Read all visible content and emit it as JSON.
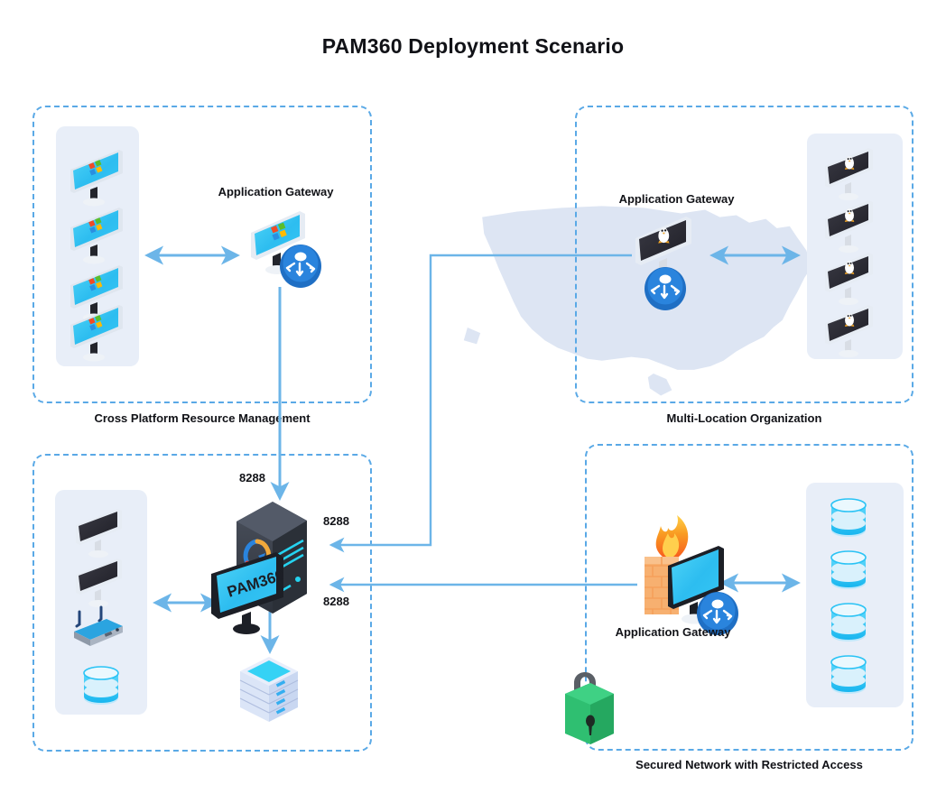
{
  "page": {
    "title": "PAM360 Deployment Scenario"
  },
  "colors": {
    "dashed_border": "#5aa9e6",
    "panel_bg": "#e8eef8",
    "arrow": "#6cb5e8",
    "screen_cyan": "#35c6f4",
    "screen_dark": "#2b2b33",
    "server_dark": "#3a3f4a",
    "firewall_orange": "#f6a96b",
    "flame_orange": "#f78a23",
    "padlock_green": "#2fbf71",
    "router_blue": "#1f6fc4",
    "db_cyan": "#29c3f5",
    "map_fill": "#dde5f3",
    "text": "#111217"
  },
  "quadrants": [
    {
      "id": "cross-platform",
      "label": "Cross Platform Resource Management",
      "gateway_label": "Application Gateway",
      "endpoint_os": "windows",
      "endpoint_count": 4
    },
    {
      "id": "multi-location",
      "label": "Multi-Location Organization",
      "gateway_label": "Application Gateway",
      "endpoint_os": "linux",
      "endpoint_count": 4
    },
    {
      "id": "pam360-core",
      "label": "",
      "server_name": "PAM360",
      "device_count": 4
    },
    {
      "id": "secured-network",
      "label": "Secured Network with Restricted Access",
      "gateway_label": "Application Gateway",
      "database_count": 4
    }
  ],
  "ports": [
    {
      "id": "port-from-cross-platform",
      "value": "8288"
    },
    {
      "id": "port-from-multi-location",
      "value": "8288"
    },
    {
      "id": "port-from-secured-network",
      "value": "8288"
    }
  ],
  "icons": {
    "windows_monitor": "windows-monitor-icon",
    "linux_monitor": "linux-monitor-icon",
    "gateway_monitor": "gateway-monitor-icon",
    "router_badge": "router-icon",
    "pam360_server": "server-tower-icon",
    "server_rack": "server-rack-icon",
    "database": "database-icon",
    "wireless_router": "wireless-router-icon",
    "firewall": "firewall-icon",
    "padlock": "padlock-icon",
    "us_map": "us-map-icon",
    "blank_monitor": "blank-monitor-icon"
  }
}
